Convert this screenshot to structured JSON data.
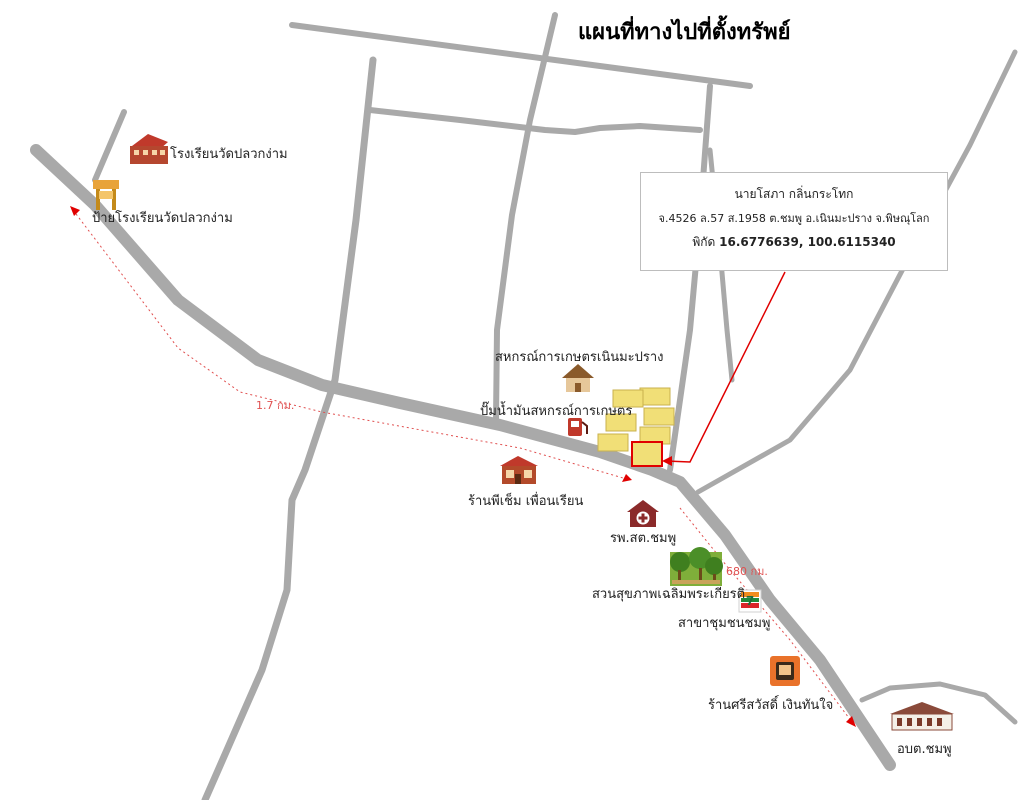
{
  "title": "แผนที่ทางไปที่ตั้งทรัพย์",
  "info_box": {
    "owner": "นายโสภา กลิ่นกระโทก",
    "parcel": "จ.4526 ล.57 ส.1958 ต.ชมพู อ.เนินมะปราง จ.พิษณุโลก",
    "coord_prefix": "พิกัด",
    "coordinates": "16.6776639, 100.6115340"
  },
  "distances": {
    "west": "1.7 กม.",
    "southeast": "680 กม."
  },
  "places": {
    "school": "โรงเรียนวัดปลวกง่าม",
    "school_sign": "ป้ายโรงเรียนวัดปลวกง่าม",
    "coop": "สหกรณ์การเกษตรเนินมะปราง",
    "gas_station": "ปั๊มน้ำมันสหกรณ์การเกษตร",
    "shop_peaksem": "ร้านพีเช็ม เพื่อนเรียน",
    "hospital": "รพ.สต.ชมพู",
    "park": "สวนสุขภาพเฉลิมพระเกียรติ",
    "seven_eleven": "สาขาชุมชนชมพู",
    "shop_srisawat": "ร้านศรีสวัสดิ์ เงินทันใจ",
    "sao": "อบต.ชมพู"
  },
  "colors": {
    "road": "#a9a9a9",
    "marker": "#e00000",
    "distance": "#e05050",
    "lot": "#f1df77"
  },
  "icons": [
    "school-icon",
    "sign-icon",
    "house-icon",
    "gas-pump-icon",
    "shop-icon",
    "hospital-icon",
    "park-icon",
    "seven-eleven-icon",
    "store-icon",
    "government-building-icon",
    "land-lot-icon",
    "target-plot-icon"
  ]
}
